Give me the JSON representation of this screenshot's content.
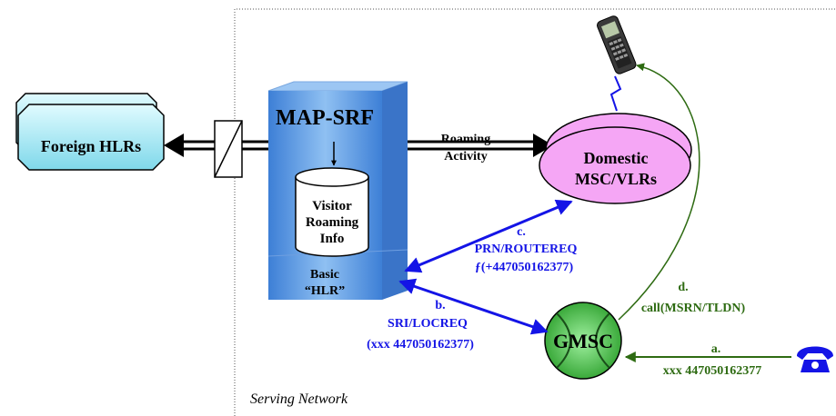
{
  "diagram": {
    "serving_network_label": "Serving Network",
    "foreign_hlrs": "Foreign HLRs",
    "map_srf": "MAP-SRF",
    "visitor_db": [
      "Visitor",
      "Roaming",
      "Info"
    ],
    "basic_hlr": [
      "Basic",
      "“HLR”"
    ],
    "roaming_activity": [
      "Roaming",
      "Activity"
    ],
    "domestic_msc": [
      "Domestic",
      "MSC/VLRs"
    ],
    "gmsc": "GMSC",
    "step_a": {
      "letter": "a.",
      "text": "xxx  447050162377"
    },
    "step_b": {
      "letter": "b.",
      "line1": "SRI/LOCREQ",
      "line2": "(xxx 447050162377)"
    },
    "step_c": {
      "letter": "c.",
      "line1": "PRN/ROUTEREQ",
      "line2": "ƒ(+447050162377)"
    },
    "step_d": {
      "letter": "d.",
      "text": "call(MSRN/TLDN)"
    },
    "colors": {
      "blue": "#1414e6",
      "green": "#2e6b12",
      "box_blue": "#4f8fdf",
      "pink": "#f5a6f5",
      "gmsc_green": "#5fcf5f",
      "hlr_cyan": "#b0f0f8"
    }
  }
}
